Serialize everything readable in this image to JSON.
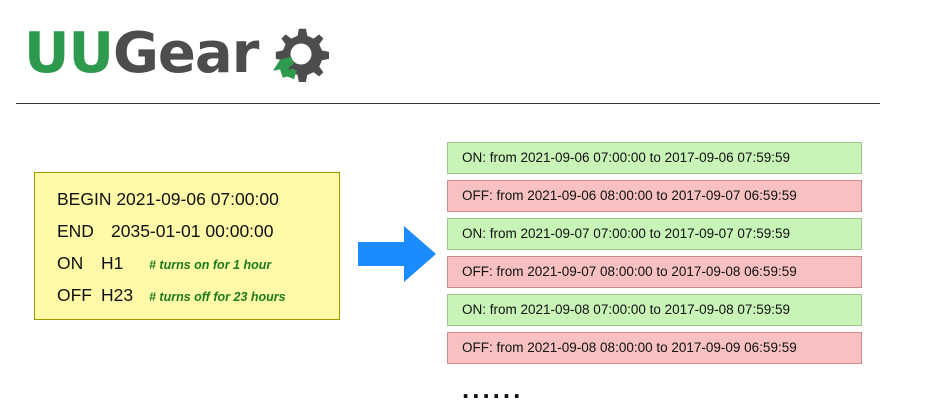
{
  "logo": {
    "part1": "UU",
    "part2": "Gear",
    "uu_color": "#2e9a4e",
    "gear_color": "#4d4d4d",
    "icon": "gear-icon"
  },
  "schedule": {
    "begin": "BEGIN 2021-09-06 07:00:00",
    "end_kw": "END",
    "end_value": "2035-01-01 00:00:00",
    "on_kw": "ON",
    "on_value": "H1",
    "on_comment": "# turns on for 1 hour",
    "off_kw": "OFF",
    "off_value": "H23",
    "off_comment": "# turns off for 23 hours",
    "box_color": "#fffaa8"
  },
  "arrow": {
    "icon": "right-arrow-icon",
    "color": "#1a8cff"
  },
  "results": [
    {
      "state": "on",
      "text": "ON:  from 2021-09-06 07:00:00 to 2017-09-06 07:59:59"
    },
    {
      "state": "off",
      "text": "OFF: from 2021-09-06 08:00:00 to 2017-09-07 06:59:59"
    },
    {
      "state": "on",
      "text": "ON:  from 2021-09-07 07:00:00 to 2017-09-07 07:59:59"
    },
    {
      "state": "off",
      "text": "OFF: from 2021-09-07 08:00:00 to 2017-09-08 06:59:59"
    },
    {
      "state": "on",
      "text": "ON:  from 2021-09-08 07:00:00 to 2017-09-08 07:59:59"
    },
    {
      "state": "off",
      "text": "OFF: from 2021-09-08 08:00:00 to 2017-09-09 06:59:59"
    }
  ],
  "ellipsis": "......"
}
